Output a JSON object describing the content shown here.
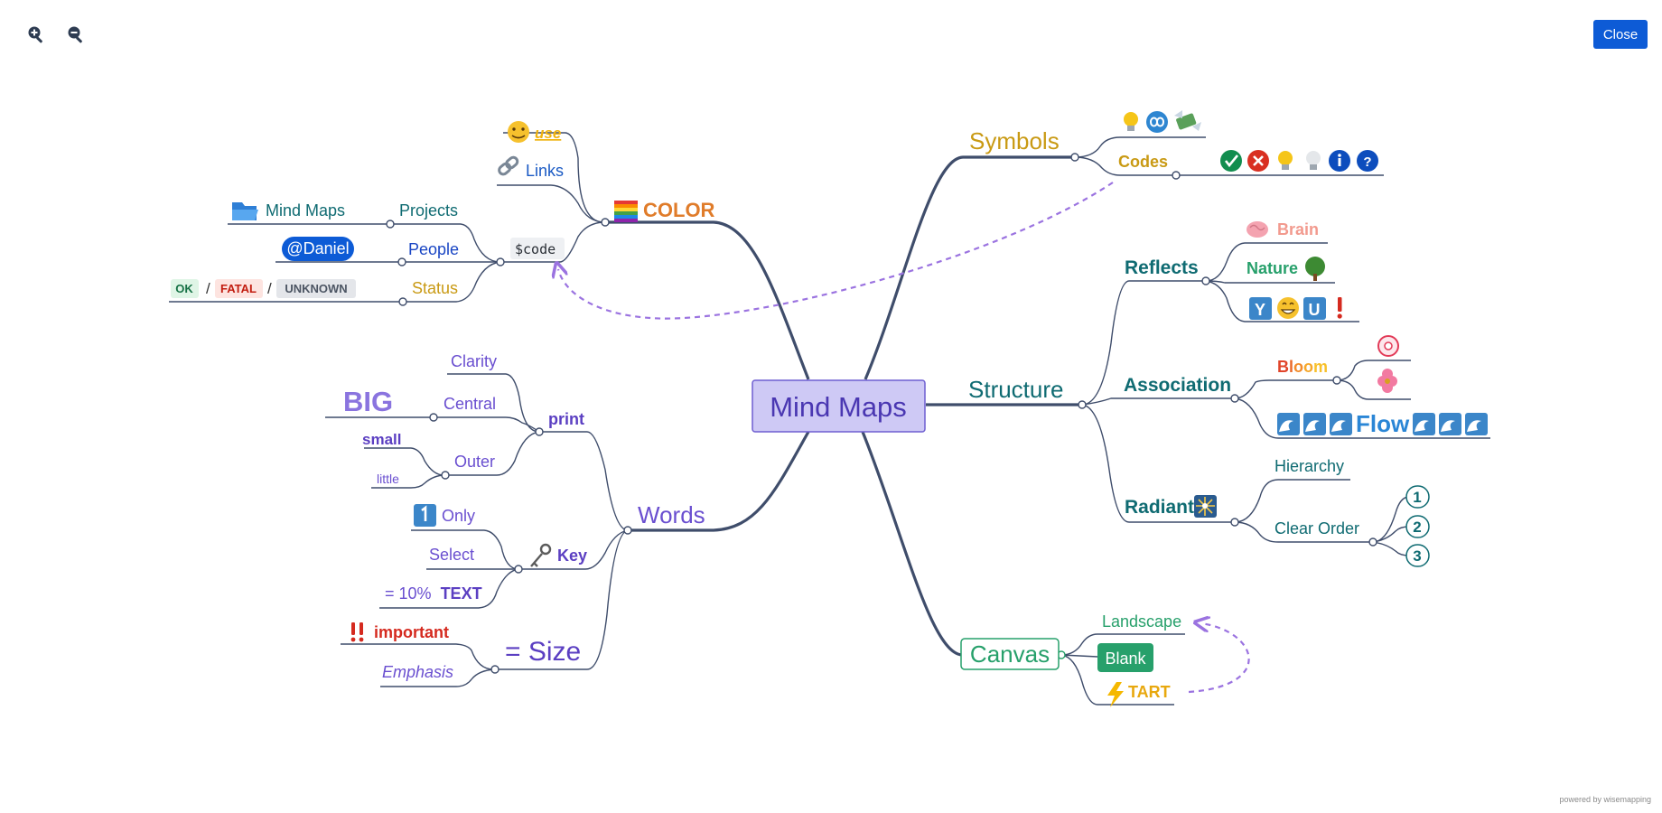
{
  "toolbar": {
    "close_label": "Close"
  },
  "footer": {
    "powered_by": "powered by wisemapping"
  },
  "map": {
    "central": "Mind Maps",
    "color": {
      "label": "COLOR",
      "use": "use",
      "links": "Links",
      "code": "$code",
      "projects": "Projects",
      "projects_child": "Mind Maps",
      "people": "People",
      "people_child": "@Daniel",
      "status": "Status",
      "status_ok": "OK",
      "status_sep1": "/",
      "status_fatal": "FATAL",
      "status_sep2": "/",
      "status_unknown": "UNKNOWN"
    },
    "words": {
      "label": "Words",
      "print": "print",
      "clarity": "Clarity",
      "central": "Central",
      "big": "BIG",
      "outer": "Outer",
      "small": "small",
      "little": "little",
      "key": "Key",
      "only": "Only",
      "select": "Select",
      "text_prefix": "= 10%",
      "text_bold": "TEXT",
      "size": "= Size",
      "important": "important",
      "emphasis": "Emphasis"
    },
    "symbols": {
      "label": "Symbols",
      "codes": "Codes"
    },
    "structure": {
      "label": "Structure",
      "reflects": "Reflects",
      "brain": "Brain",
      "nature": "Nature",
      "you": [
        "Y",
        "U"
      ],
      "association": "Association",
      "bloom": [
        "B",
        "l",
        "o",
        "o",
        "m"
      ],
      "flow": "Flow",
      "radiant": "Radiant",
      "hierarchy": "Hierarchy",
      "clear_order": "Clear Order",
      "numbers": [
        "1",
        "2",
        "3"
      ]
    },
    "canvas": {
      "label": "Canvas",
      "landscape": "Landscape",
      "blank": "Blank",
      "tart": "TART"
    }
  },
  "colors": {
    "line": "#3f4d6b",
    "central_fill": "#cec9f5",
    "central_border": "#6f5fd1",
    "central_text": "#4a37b2",
    "purple": "#6a4fd0",
    "gold": "#c99a14",
    "teal": "#0f6b72",
    "blue": "#1a46c4",
    "green": "#27a06b",
    "orange": "#e07c2a",
    "red": "#d52a1f",
    "dashed": "#9b73e0"
  }
}
